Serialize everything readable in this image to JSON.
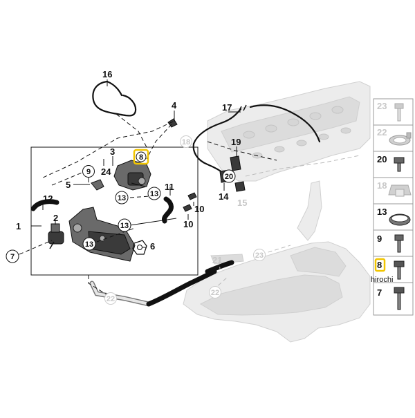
{
  "diagram": {
    "callouts": {
      "c16": "16",
      "c4": "4",
      "c17": "17",
      "c3": "3",
      "c8": "8",
      "c24": "24",
      "c9": "9",
      "c5": "5",
      "c19": "19",
      "c20": "20",
      "c14": "14",
      "c15": "15",
      "c11": "11",
      "c13a": "13",
      "c13b": "13",
      "c13c": "13",
      "c13d": "13",
      "c12": "12",
      "c2": "2",
      "c1": "1",
      "c7": "7",
      "c10a": "10",
      "c10b": "10",
      "c6": "6",
      "c18": "18",
      "c21": "21",
      "c22": "22",
      "c23": "23"
    },
    "sidebar": [
      {
        "num": "23",
        "faded": true
      },
      {
        "num": "22",
        "faded": true
      },
      {
        "num": "20",
        "faded": false
      },
      {
        "num": "18",
        "faded": true
      },
      {
        "num": "13",
        "faded": false
      },
      {
        "num": "9",
        "faded": false
      },
      {
        "num": "8",
        "faded": false,
        "highlight": true
      },
      {
        "num": "7",
        "faded": false
      }
    ],
    "watermark": "hirochi",
    "colors": {
      "highlight": "#f1c500",
      "ghost": "#ececec",
      "line": "#111111"
    }
  }
}
